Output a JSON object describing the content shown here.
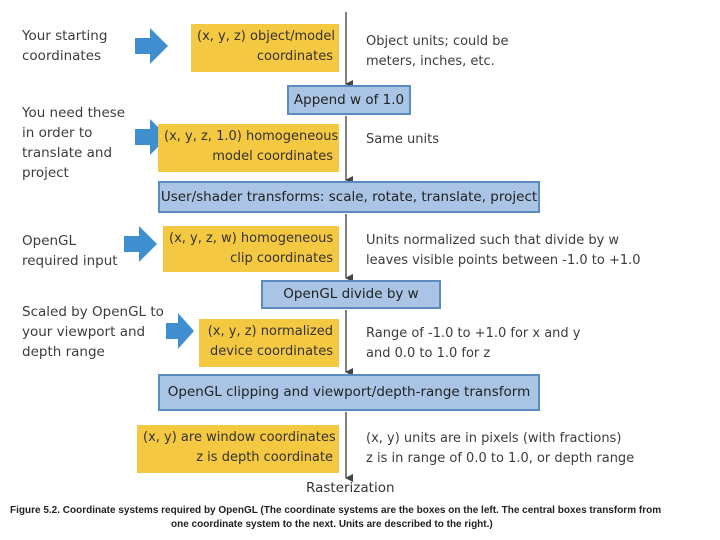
{
  "rows": [
    {
      "note": [
        "Your starting",
        "coordinates"
      ],
      "yellow": [
        "(x, y, z) object/model",
        "coordinates"
      ],
      "units": [
        "Object units; could be",
        "meters, inches, etc."
      ],
      "transform": "Append w of 1.0"
    },
    {
      "note": [
        "You need these",
        "in order to",
        "translate and",
        "project"
      ],
      "yellow": [
        "(x, y, z, 1.0) homogeneous",
        "model coordinates"
      ],
      "units": [
        "Same units"
      ],
      "transform": "User/shader transforms: scale, rotate, translate, project"
    },
    {
      "note": [
        "OpenGL",
        "required input"
      ],
      "yellow": [
        "(x, y, z, w) homogeneous",
        "clip coordinates"
      ],
      "units": [
        "Units normalized such that divide by w",
        "leaves visible points between -1.0 to +1.0"
      ],
      "transform": "OpenGL divide by w"
    },
    {
      "note": [
        "Scaled by OpenGL to",
        "your viewport and",
        "depth range"
      ],
      "yellow": [
        "(x, y, z)  normalized",
        "device coordinates"
      ],
      "units": [
        "Range  of -1.0 to +1.0 for x and y",
        "and 0.0 to 1.0 for z"
      ],
      "transform": "OpenGL clipping and viewport/depth-range transform"
    },
    {
      "note": [],
      "yellow": [
        "(x, y) are window coordinates",
        "z is depth coordinate"
      ],
      "units": [
        "(x, y) units are in pixels (with fractions)",
        "z is in range of 0.0 to 1.0, or depth range"
      ],
      "transform": ""
    }
  ],
  "final_step": "Rasterization",
  "caption": [
    "Figure 5.2. Coordinate systems required by OpenGL (The coordinate systems are the boxes on the left. The central boxes transform from",
    "one coordinate system to the next. Units are described to the right.)"
  ],
  "colors": {
    "coordinate_box": "#f5c842",
    "transform_box": "#a9c4e4",
    "transform_border": "#5b8cc0",
    "arrow": "#3f8fd0",
    "line": "#555555"
  }
}
